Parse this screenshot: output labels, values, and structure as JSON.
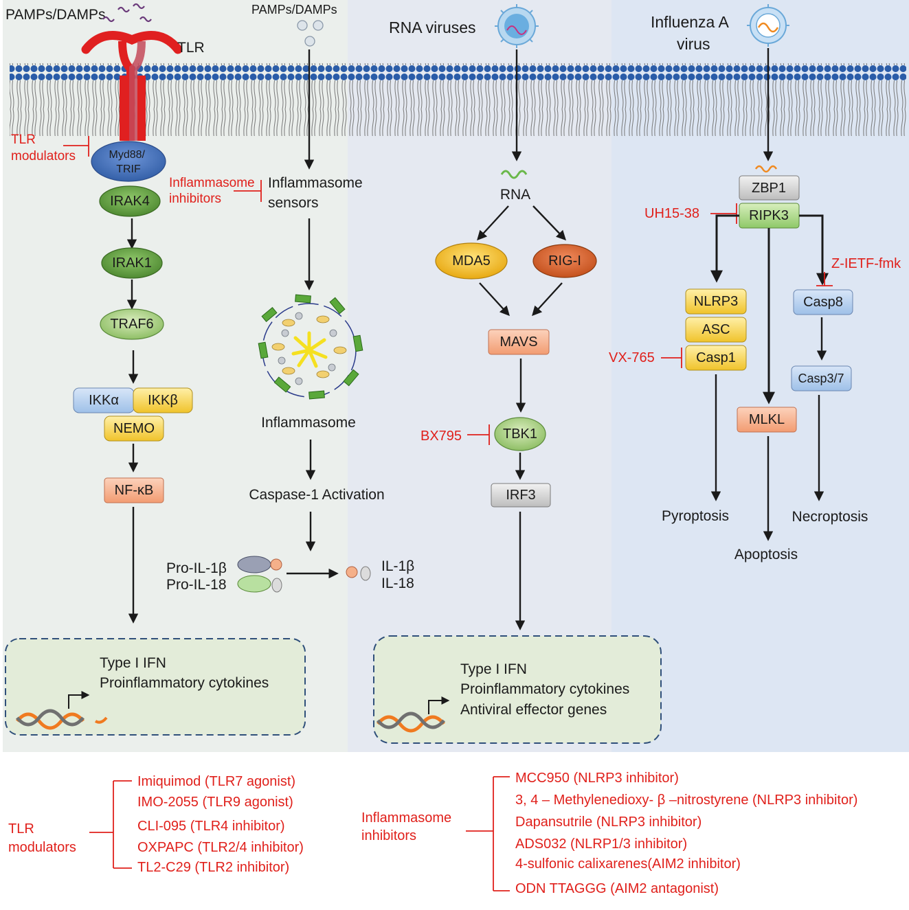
{
  "pathways": {
    "tlr": {
      "ligand": "PAMPs/DAMPs",
      "receptor": "TLR",
      "modulator": "TLR\nmodulators",
      "adaptor": "Myd88/\nTRIF",
      "irak4": "IRAK4",
      "irak1": "IRAK1",
      "traf6": "TRAF6",
      "ikka": "IKKα",
      "ikkb": "IKKβ",
      "nemo": "NEMO",
      "nfkb": "NF-κB",
      "output1": "Type I IFN",
      "output2": "Proinflammatory cytokines"
    },
    "inflammasome": {
      "ligand": "PAMPs/DAMPs",
      "inhibitor": "Inflammasome\ninhibitors",
      "sensors": "Inflammasome\nsensors",
      "complex": "Inflammasome",
      "activation": "Caspase-1 Activation",
      "pro_il1b": "Pro-IL-1β",
      "pro_il18": "Pro-IL-18",
      "il1b": "IL-1β",
      "il18": "IL-18"
    },
    "rna": {
      "virus": "RNA viruses",
      "rna": "RNA",
      "mda5": "MDA5",
      "rigi": "RIG-I",
      "mavs": "MAVS",
      "inhibitor": "BX795",
      "tbk1": "TBK1",
      "irf3": "IRF3",
      "output1": "Type I IFN",
      "output2": "Proinflammatory cytokines",
      "output3": "Antiviral effector genes"
    },
    "influenza": {
      "virus": "Influenza A\nvirus",
      "zbp1": "ZBP1",
      "ripk3": "RIPK3",
      "inh_ripk3": "UH15-38",
      "inh_casp8": "Z-IETF-fmk",
      "inh_casp1": "VX-765",
      "nlrp3": "NLRP3",
      "asc": "ASC",
      "casp1": "Casp1",
      "casp8": "Casp8",
      "casp37": "Casp3/7",
      "mlkl": "MLKL",
      "pyroptosis": "Pyroptosis",
      "apoptosis": "Apoptosis",
      "necroptosis": "Necroptosis"
    }
  },
  "legend": {
    "tlr_title": "TLR\nmodulators",
    "tlr_items": [
      "Imiquimod (TLR7 agonist)",
      "IMO-2055 (TLR9 agonist)",
      "CLI-095 (TLR4 inhibitor)",
      "OXPAPC (TLR2/4 inhibitor)",
      "TL2-C29 (TLR2 inhibitor)"
    ],
    "infl_title": "Inflammasome\ninhibitors",
    "infl_items": [
      "MCC950 (NLRP3 inhibitor)",
      "3, 4 – Methylenedioxy- β –nitrostyrene (NLRP3 inhibitor)",
      "Dapansutrile (NLRP3 inhibitor)",
      "ADS032 (NLRP1/3 inhibitor)",
      "4-sulfonic calixarenes(AIM2 inhibitor)",
      "ODN TTAGGG (AIM2 antagonist)"
    ]
  },
  "colors": {
    "inhibitor_red": "#e0201b",
    "panel_left": "#ebefec",
    "panel_mid": "#e5e9f1",
    "panel_right": "#dde6f3",
    "output_box": "#e3ecd9",
    "green_node": "#6fa84a",
    "blue_node": "#4a72c0",
    "yellow_node": "#f4c82c",
    "orange_node": "#f4a37a"
  }
}
